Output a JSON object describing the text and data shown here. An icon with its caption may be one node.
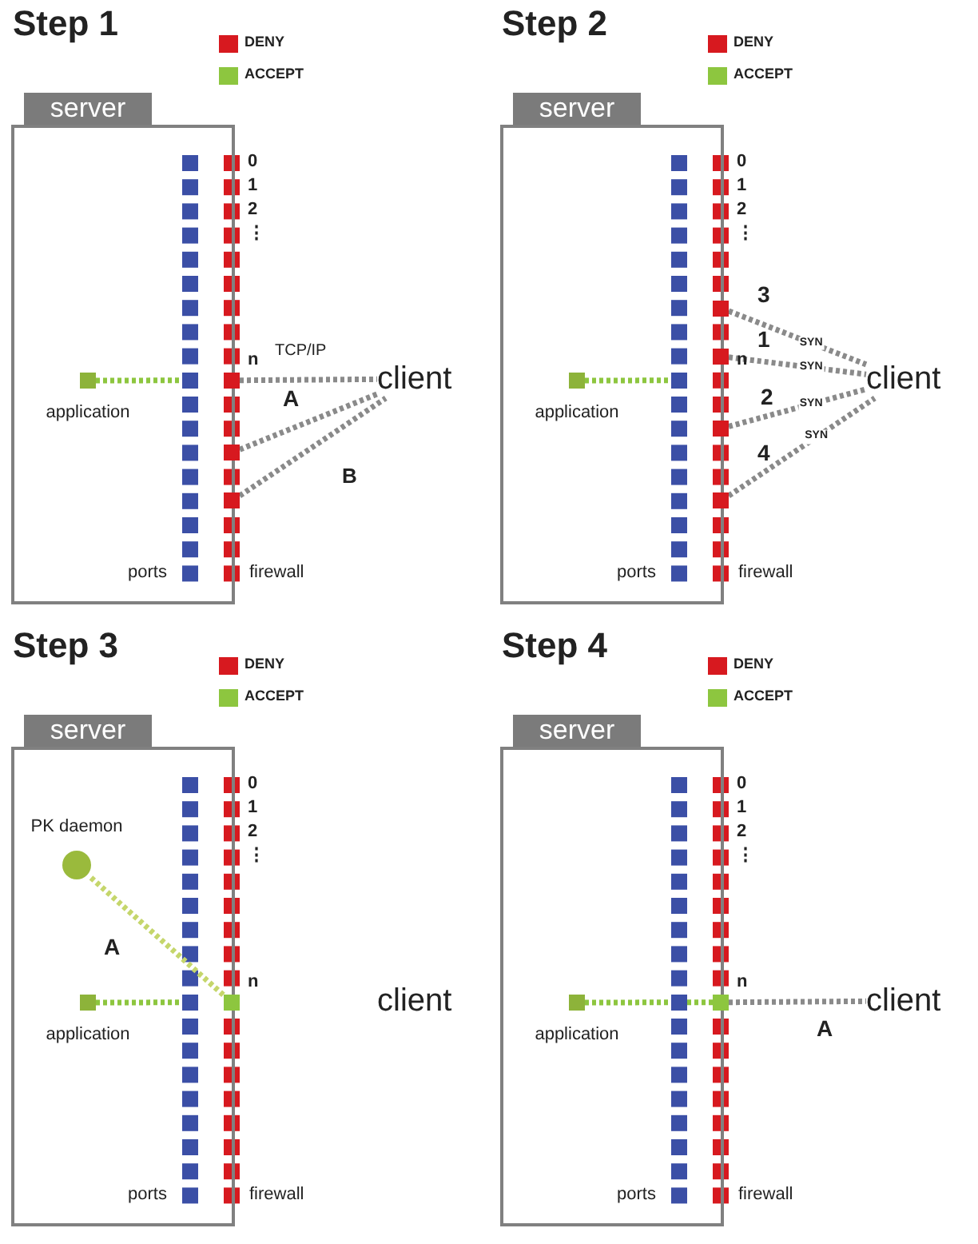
{
  "diagram": {
    "nodes": [
      {
        "text": [
          "server"
        ]
      },
      {
        "text": [
          "application"
        ],
        "in": 0
      },
      {
        "text": [],
        "shape": "box",
        "in": 0
      },
      {
        "text": [],
        "shape": "box"
      },
      {
        "text": [],
        "shape": "box"
      },
      {
        "text": [],
        "shape": "box"
      },
      {
        "text": [
          "client"
        ]
      },
      {
        "text": [
          "server"
        ]
      },
      {
        "text": [
          "application"
        ],
        "in": 7
      },
      {
        "text": [],
        "shape": "box",
        "in": 7
      },
      {
        "text": [],
        "shape": "box"
      },
      {
        "text": [],
        "shape": "box"
      },
      {
        "text": [],
        "shape": "box"
      },
      {
        "text": [],
        "shape": "box"
      },
      {
        "text": [
          "client"
        ]
      },
      {
        "text": [
          "server"
        ]
      },
      {
        "text": [
          "PK daemon"
        ],
        "in": 15
      },
      {
        "text": [
          "application"
        ],
        "in": 15
      },
      {
        "text": [],
        "shape": "box",
        "in": 15
      },
      {
        "text": [],
        "shape": "box"
      },
      {
        "text": [
          "client"
        ]
      },
      {
        "text": [
          "server"
        ]
      },
      {
        "text": [
          "application"
        ],
        "in": 21
      },
      {
        "text": [],
        "shape": "box",
        "in": 21
      },
      {
        "text": [],
        "shape": "box"
      },
      {
        "text": [
          "client"
        ]
      }
    ],
    "edges": [
      {
        "from": 1,
        "to": 2,
        "arrow": "none",
        "color": "#8dc63f"
      },
      {
        "from": 3,
        "to": 6,
        "arrow": "none",
        "label": "A"
      },
      {
        "from": 4,
        "to": 6,
        "arrow": "none"
      },
      {
        "from": 5,
        "to": 6,
        "arrow": "none"
      },
      {
        "from": 8,
        "to": 9,
        "arrow": "none",
        "color": "#8dc63f"
      },
      {
        "from": 10,
        "to": 14,
        "arrow": "none",
        "label": "SYN"
      },
      {
        "from": 11,
        "to": 14,
        "arrow": "none",
        "label": "SYN"
      },
      {
        "from": 12,
        "to": 14,
        "arrow": "none",
        "label": "SYN"
      },
      {
        "from": 13,
        "to": 14,
        "arrow": "none",
        "label": "SYN"
      },
      {
        "from": 16,
        "to": 19,
        "arrow": "none",
        "label": "A",
        "color": "#c5d66b"
      },
      {
        "from": 17,
        "to": 18,
        "arrow": "none",
        "color": "#8dc63f"
      },
      {
        "from": 22,
        "to": 23,
        "arrow": "none",
        "color": "#8dc63f"
      },
      {
        "from": 23,
        "to": 24,
        "arrow": "none",
        "color": "#8dc63f"
      },
      {
        "from": 24,
        "to": 25,
        "arrow": "none",
        "label": "A"
      }
    ],
    "labels": [
      "Step 1",
      "0",
      "1",
      "2",
      "⋮",
      "n",
      "ports",
      "firewall",
      "TCP/IP",
      "B",
      "Step 2",
      "0",
      "1",
      "2",
      "⋮",
      "n",
      "ports",
      "firewall",
      "3",
      "1",
      "2",
      "4",
      "Step 3",
      "0",
      "1",
      "2",
      "⋮",
      "n",
      "ports",
      "firewall",
      "Step 4",
      "0",
      "1",
      "2",
      "⋮",
      "n",
      "ports",
      "firewall"
    ],
    "legend": [
      {
        "text": "DENY",
        "color": "#d7191f"
      },
      {
        "text": "ACCEPT",
        "color": "#8dc63f"
      },
      {
        "text": "DENY",
        "color": "#d7191f"
      },
      {
        "text": "ACCEPT",
        "color": "#8dc63f"
      },
      {
        "text": "DENY",
        "color": "#d7191f"
      },
      {
        "text": "ACCEPT",
        "color": "#8dc63f"
      },
      {
        "text": "DENY",
        "color": "#d7191f"
      },
      {
        "text": "ACCEPT",
        "color": "#8dc63f"
      }
    ]
  }
}
